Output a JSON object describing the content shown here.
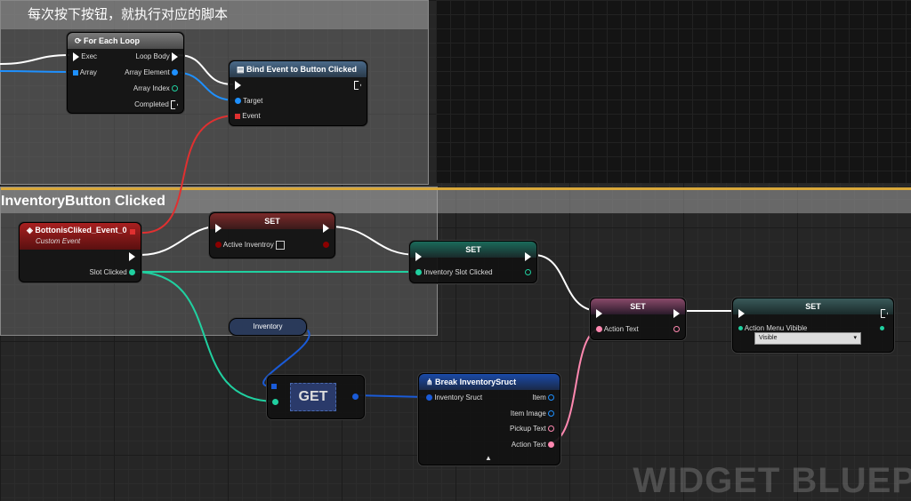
{
  "comment_top": {
    "title": "每次按下按钮，就执行对应的脚本"
  },
  "comment_bottom": {
    "title": "InventoryButton Clicked"
  },
  "for_each": {
    "title": "For Each Loop",
    "exec": "Exec",
    "array": "Array",
    "loop_body": "Loop Body",
    "array_element": "Array Element",
    "array_index": "Array Index",
    "completed": "Completed"
  },
  "bind_event": {
    "title": "Bind Event to Button Clicked",
    "target": "Target",
    "event": "Event"
  },
  "custom_event": {
    "title": "BottonisCliked_Event_0",
    "subtitle": "Custom Event",
    "slot_clicked": "Slot Clicked"
  },
  "set_active": {
    "title": "SET",
    "pin": "Active Inventroy"
  },
  "set_slot": {
    "title": "SET",
    "pin": "Inventory Slot Clicked"
  },
  "set_action_text": {
    "title": "SET",
    "pin": "Action Text"
  },
  "set_menu": {
    "title": "SET",
    "pin": "Action Menu Vibible",
    "value": "Visible"
  },
  "inventory_var": {
    "label": "Inventory"
  },
  "get_node": {
    "label": "GET"
  },
  "break_struct": {
    "title": "Break InventorySruct",
    "input": "Inventory Sruct",
    "outputs": [
      "Item",
      "Item Image",
      "Pickup Text",
      "Action Text"
    ]
  },
  "watermark": "WIDGET BLUEP",
  "colors": {
    "exec": "#ffffff",
    "object": "#1e90ff",
    "bool": "#8b0000",
    "struct": "#1a5bd8",
    "text": "#ff88b0",
    "event": "#e03030",
    "slot": "#20d0a0"
  }
}
